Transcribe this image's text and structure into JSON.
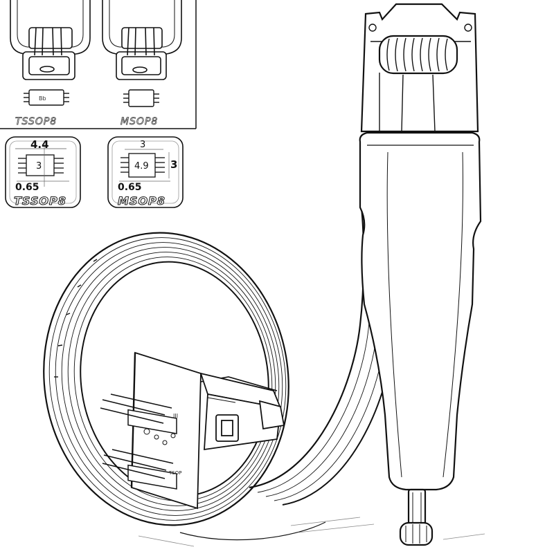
{
  "panel_top": {
    "left_label": "TSSOP8",
    "right_label": "MSOP8"
  },
  "card_left": {
    "width_value": "4.4",
    "body_value": "3",
    "pitch_value": "0.65",
    "name": "TSSOP8"
  },
  "card_right": {
    "height_value": "3",
    "body_value": "4.9",
    "side_value": "3",
    "pitch_value": "0.65",
    "name": "MSOP8"
  },
  "adapter_marks": {
    "upper": "III",
    "lower": "TSOP"
  },
  "colors": {
    "line": "#111111",
    "background": "#ffffff"
  }
}
